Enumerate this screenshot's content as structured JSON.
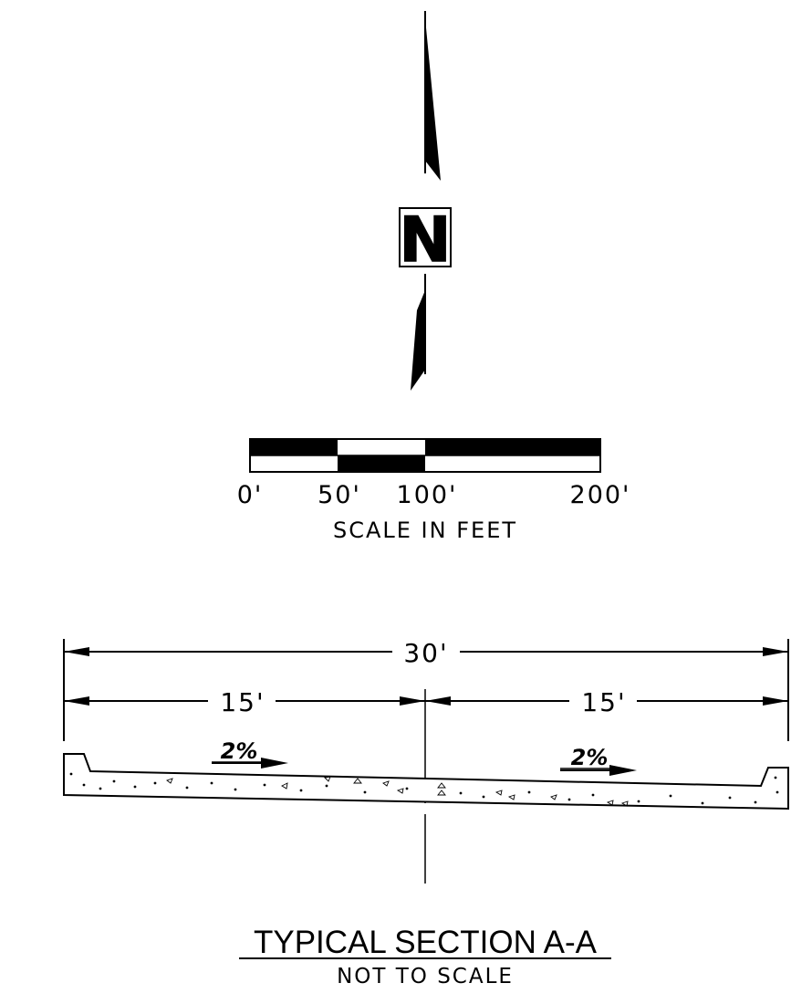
{
  "north_arrow": {
    "letter": "N"
  },
  "scale_bar": {
    "ticks": [
      "0'",
      "50'",
      "100'",
      "200'"
    ],
    "caption": "SCALE IN FEET"
  },
  "section": {
    "overall_width": "30'",
    "left_width": "15'",
    "right_width": "15'",
    "left_slope": "2%",
    "right_slope": "2%",
    "title": "TYPICAL SECTION A-A",
    "subtitle": "NOT TO SCALE"
  },
  "colors": {
    "ink": "#000000",
    "paper": "#ffffff"
  }
}
